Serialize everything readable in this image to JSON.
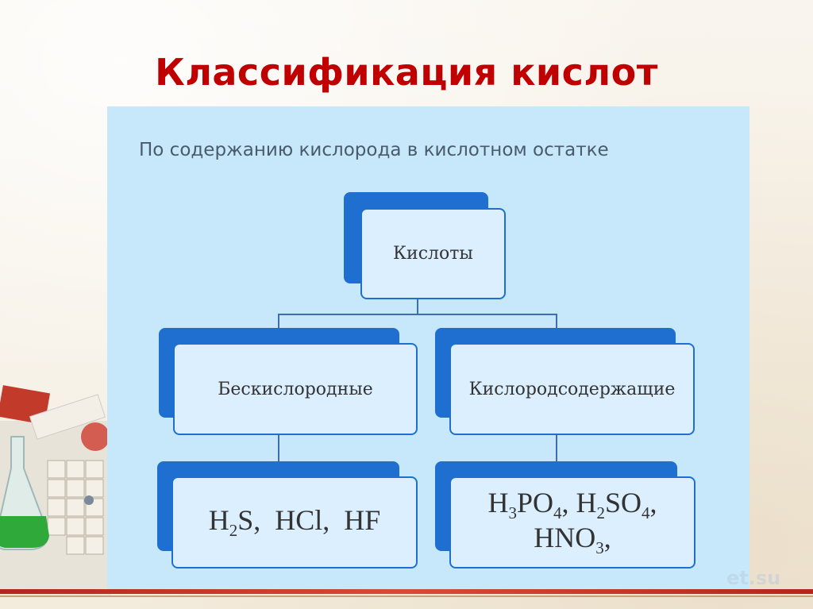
{
  "slide": {
    "title": "Классификация кислот",
    "subtitle": "По содержанию кислорода в кислотном остатке"
  },
  "diagram": {
    "root": {
      "label": "Кислоты"
    },
    "branches": [
      {
        "label": "Бескислородные",
        "examples": [
          {
            "base": "H",
            "sub": "2",
            "rest": "S,"
          },
          {
            "text": "HCl,"
          },
          {
            "text": "HF"
          }
        ]
      },
      {
        "label": "Кислородсодержащие",
        "examples_line1": [
          {
            "base": "H",
            "sub": "3",
            "mid": "PO",
            "sub2": "4",
            "rest": ","
          },
          {
            "base": "H",
            "sub": "2",
            "mid": "SO",
            "sub2": "4",
            "rest": ","
          }
        ],
        "examples_line2": [
          {
            "base": "HNO",
            "sub": "3",
            "rest": ","
          }
        ]
      }
    ]
  },
  "colors": {
    "title": "#c00000",
    "panel": "#c7e8fa",
    "box_border": "#1f6fd0",
    "box_fill": "#dcefff"
  },
  "watermark": {
    "text": "et.su"
  }
}
